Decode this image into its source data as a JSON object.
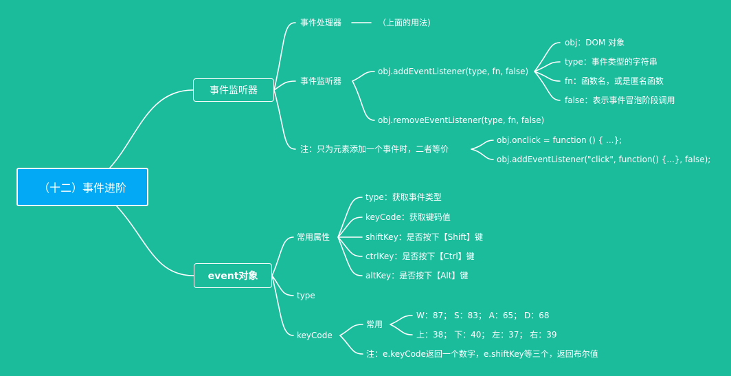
{
  "root": {
    "label": "（十二）事件进阶"
  },
  "branch1": {
    "label": "事件监听器",
    "handler": {
      "label": "事件处理器",
      "detail": "（上面的用法)"
    },
    "listener": {
      "label": "事件监听器",
      "add": {
        "label": "obj.addEventListener(type, fn, false)",
        "params": [
          "obj：DOM 对象",
          "type：事件类型的字符串",
          "fn：函数名，或是匿名函数",
          "false：表示事件冒泡阶段调用"
        ]
      },
      "remove": {
        "label": "obj.removeEventListener(type, fn, false)"
      }
    },
    "note": {
      "label": "注：只为元素添加一个事件时，二者等价",
      "items": [
        "obj.onclick = function () { ...};",
        "obj.addEventListener(\"click\", function() {...}, false);"
      ]
    }
  },
  "branch2": {
    "label": "event对象",
    "common": {
      "label": "常用属性",
      "items": [
        "type：获取事件类型",
        "keyCode：获取键码值",
        "shiftKey：是否按下【Shift】键",
        "ctrlKey：是否按下【Ctrl】键",
        "altKey：是否按下【Alt】键"
      ]
    },
    "type": {
      "label": "type"
    },
    "keycode": {
      "label": "keyCode",
      "common": {
        "label": "常用",
        "items": [
          "W：87； S：83； A：65； D：68",
          "上：38； 下：40； 左：37； 右：39"
        ]
      },
      "note": "注：e.keyCode返回一个数字，e.shiftKey等三个，返回布尔值"
    }
  },
  "colors": {
    "background": "#1ABC9C",
    "root_fill": "#03A9F4",
    "line": "#FFFFFF"
  }
}
